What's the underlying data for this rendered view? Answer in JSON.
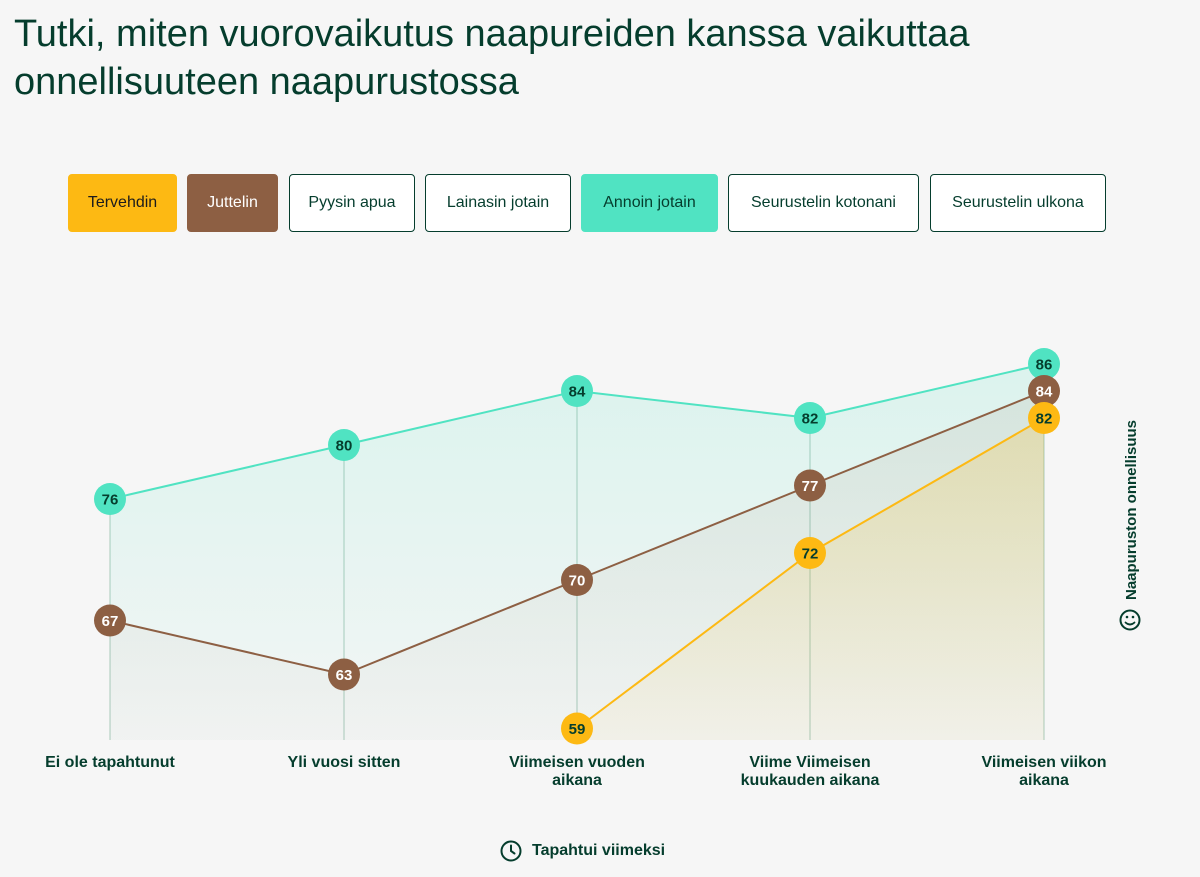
{
  "title": "Tutki, miten vuorovaikutus naapureiden kanssa vaikuttaa onnellisuuteen naapurustossa",
  "filters": [
    {
      "label": "Tervehdin",
      "active": true,
      "color": "#fdb913"
    },
    {
      "label": "Juttelin",
      "active": true,
      "color": "#8d5f43"
    },
    {
      "label": "Pyysin apua",
      "active": false
    },
    {
      "label": "Lainasin jotain",
      "active": false
    },
    {
      "label": "Annoin jotain",
      "active": true,
      "color": "#50e3c2"
    },
    {
      "label": "Seurustelin kotonani",
      "active": false
    },
    {
      "label": "Seurustelin ulkona",
      "active": false
    }
  ],
  "icons": {
    "y_axis": "smiley-icon",
    "x_axis": "clock-icon"
  },
  "chart_data": {
    "type": "line",
    "title": "Tutki, miten vuorovaikutus naapureiden kanssa vaikuttaa onnellisuuteen naapurustossa",
    "xlabel": "Tapahtui viimeksi",
    "ylabel": "Naapuruston onnellisuus",
    "categories": [
      [
        "Ei ole tapahtunut"
      ],
      [
        "Yli vuosi sitten"
      ],
      [
        "Viimeisen  vuoden",
        "aikana"
      ],
      [
        "Viime Viimeisen",
        "kuukauden aikana"
      ],
      [
        "Viimeisen viikon",
        "aikana"
      ]
    ],
    "ylim": [
      55,
      90
    ],
    "grid": "vertical",
    "series": [
      {
        "name": "Annoin jotain",
        "color": "#50e3c2",
        "text_color": "#053d2d",
        "values": [
          76,
          80,
          84,
          82,
          86
        ]
      },
      {
        "name": "Juttelin",
        "color": "#8d5f43",
        "text_color": "#ffffff",
        "values": [
          67,
          63,
          70,
          77,
          84
        ]
      },
      {
        "name": "Tervehdin",
        "color": "#fdb913",
        "text_color": "#053d2d",
        "values": [
          null,
          null,
          59,
          72,
          82
        ]
      }
    ]
  }
}
